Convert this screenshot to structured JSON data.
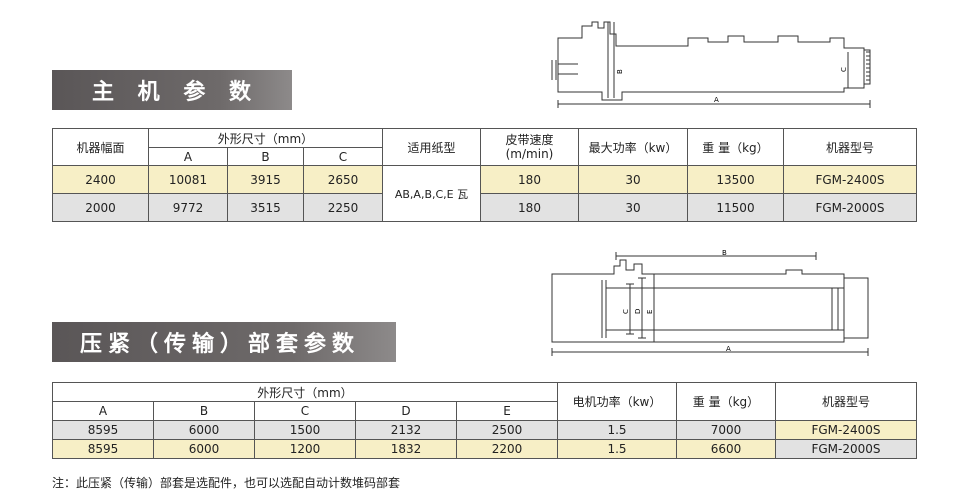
{
  "section1": {
    "title": "主 机 参 数",
    "headers": {
      "machine_width": "机器幅面",
      "dims": "外形尺寸（mm）",
      "a": "A",
      "b": "B",
      "c": "C",
      "paper": "适用纸型",
      "speed_line1": "皮带速度",
      "speed_line2": "(m/min)",
      "power": "最大功率（kw）",
      "weight": "重 量（kg）",
      "model": "机器型号"
    },
    "paper_types": "AB,A,B,C,E 瓦",
    "rows": [
      {
        "width": "2400",
        "a": "10081",
        "b": "3915",
        "c": "2650",
        "speed": "180",
        "power": "30",
        "weight": "13500",
        "model": "FGM-2400S"
      },
      {
        "width": "2000",
        "a": "9772",
        "b": "3515",
        "c": "2250",
        "speed": "180",
        "power": "30",
        "weight": "11500",
        "model": "FGM-2000S"
      }
    ]
  },
  "diagram1": {
    "label_a": "A",
    "label_b": "B",
    "label_c": "C"
  },
  "section2": {
    "title": "压紧（传输）部套参数",
    "headers": {
      "dims": "外形尺寸（mm）",
      "a": "A",
      "b": "B",
      "c": "C",
      "d": "D",
      "e": "E",
      "power": "电机功率（kw）",
      "weight": "重 量（kg）",
      "model": "机器型号"
    },
    "rows": [
      {
        "a": "8595",
        "b": "6000",
        "c": "1500",
        "d": "2132",
        "e": "2500",
        "power": "1.5",
        "weight": "7000",
        "model": "FGM-2400S"
      },
      {
        "a": "8595",
        "b": "6000",
        "c": "1200",
        "d": "1832",
        "e": "2200",
        "power": "1.5",
        "weight": "6600",
        "model": "FGM-2000S"
      }
    ]
  },
  "diagram2": {
    "label_a": "A",
    "label_b": "B",
    "label_c": "C",
    "label_d": "D",
    "label_e": "E"
  },
  "note": "注：此压紧（传输）部套是选配件，也可以选配自动计数堆码部套"
}
